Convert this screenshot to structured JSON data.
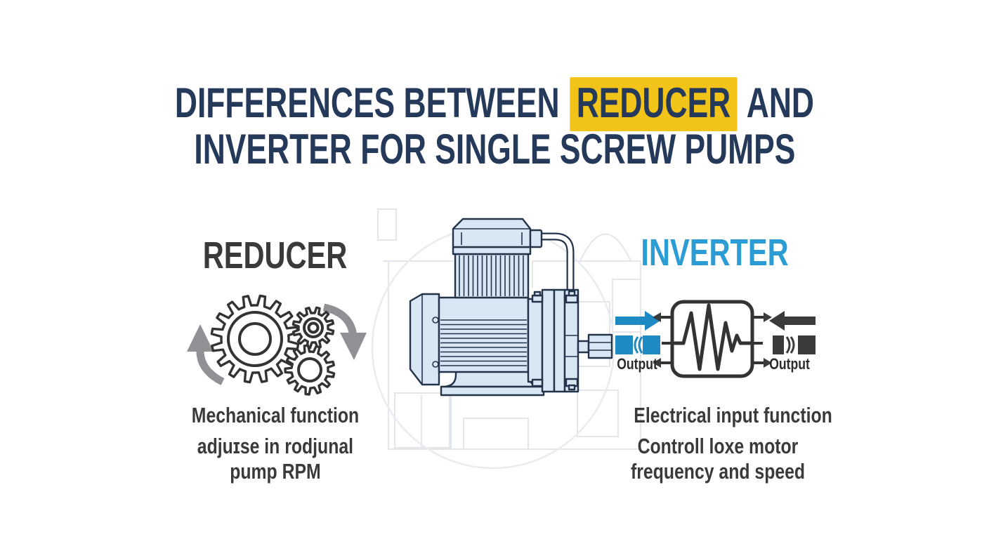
{
  "title": {
    "line1_pre": "DIFFERENCES BETWEEN ",
    "line1_highlight": "REDUCER",
    "line1_post": " AND",
    "line2": "INVERTER FOR SINGLE SCREW PUMPS"
  },
  "reducer": {
    "heading": "REDUCER",
    "icon": "gears-icon",
    "caption_line1": "Mechanical function",
    "caption_line2": "adjuɪse in rodjunal",
    "caption_line3": "pump RPM"
  },
  "inverter": {
    "heading": "INVERTER",
    "icon": "frequency-inverter-icon",
    "left_output_label": "Output",
    "right_output_label": "Output",
    "caption_line1": "Electrical input function",
    "caption_line2": "Controll loxe motor",
    "caption_line3": "frequency and speed"
  },
  "center_illustration": "single-screw-pump-motor",
  "colors": {
    "navy": "#25395a",
    "highlight-yellow": "#f2c41a",
    "inverter-blue": "#2b9cd4",
    "arrow-blue": "#1d8ac4",
    "heading-gray": "#3a3a3a",
    "body-text": "#3a3a3a",
    "arrow-gray": "#8f9194",
    "pump-fill": "#d9e6f4",
    "pump-stroke": "#22334a",
    "faint-line": "#e3e7ec"
  }
}
